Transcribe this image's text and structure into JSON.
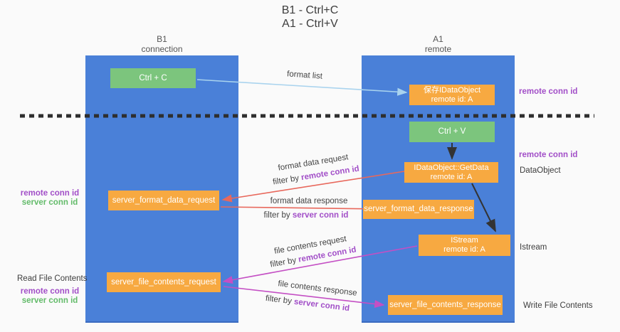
{
  "colors": {
    "background": "#fafafa",
    "lane_blue": "#4a80d8",
    "box_orange": "#f7a941",
    "box_green": "#7cc57d",
    "arrow_red": "#e8685c",
    "arrow_magenta": "#c44fc4",
    "arrow_lightblue": "#a9d3ee",
    "arrow_black": "#333333",
    "separator_black": "#2e2e2e",
    "text_purple": "#a24fc8",
    "text_green": "#63bb6a"
  },
  "title": {
    "line1": "B1 - Ctrl+C",
    "line2": "A1 - Ctrl+V"
  },
  "lanes": {
    "left": {
      "line1": "B1",
      "line2": "connection"
    },
    "right": {
      "line1": "A1",
      "line2": "remote"
    }
  },
  "boxes": {
    "ctrl_c": "Ctrl + C",
    "ctrl_v": "Ctrl + V",
    "save_idataobject": {
      "line1": "保存IDataObject",
      "line2": "remote id: A"
    },
    "getdata": {
      "line1": "IDataObject::GetData",
      "line2": "remote id: A"
    },
    "istream": {
      "line1": "IStream",
      "line2": "remote id: A"
    },
    "server_format_data_request": "server_format_data_request",
    "server_format_data_response": "server_format_data_response",
    "server_file_contents_request": "server_file_contents_request",
    "server_file_contents_response": "server_file_contents_response"
  },
  "arrow_labels": {
    "format_list": "format list",
    "format_data_request": "format data request",
    "format_data_response": "format data response",
    "file_contents_request": "file contents request",
    "file_contents_response": "file contents response",
    "filter_by": "filter by ",
    "remote_conn_id": "remote conn id",
    "server_conn_id": "server conn id"
  },
  "annotations": {
    "remote_conn_id": "remote conn id",
    "server_conn_id": "server conn id",
    "dataobject": "DataObject",
    "istream": "Istream",
    "read_file_contents": "Read File Contents",
    "write_file_contents": "Write File Contents"
  }
}
